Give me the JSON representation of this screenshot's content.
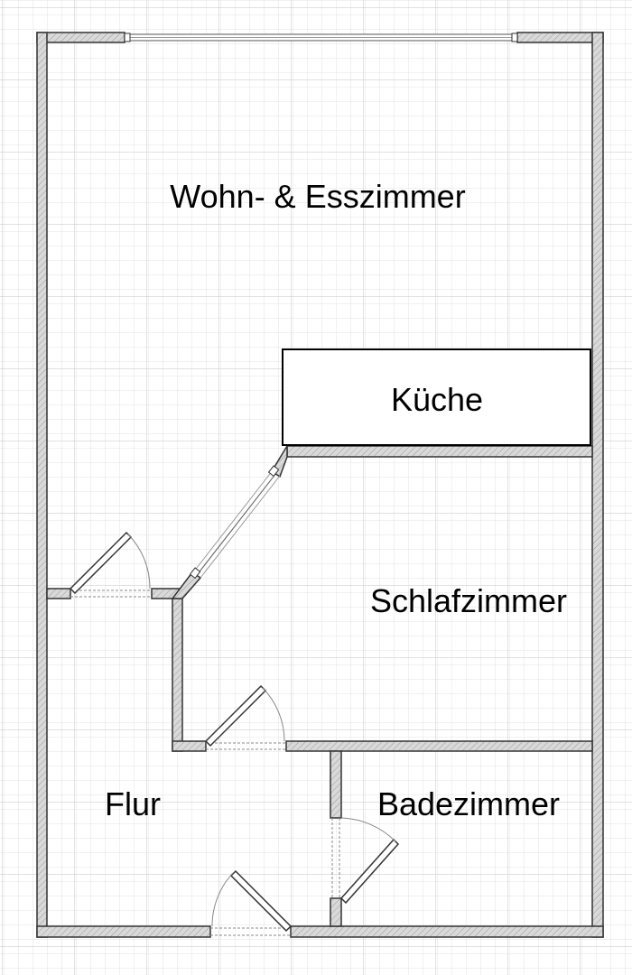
{
  "rooms": {
    "living": "Wohn- & Esszimmer",
    "kitchen": "Küche",
    "bedroom": "Schlafzimmer",
    "hallway": "Flur",
    "bathroom": "Badezimmer"
  },
  "colors": {
    "background": "#ffffff",
    "grid_minor": "#e3e3e3",
    "grid_major": "#cfcfcf",
    "wall_fill": "#d9d9d9",
    "wall_stroke": "#333333",
    "line": "#000000",
    "door_swing": "#888888"
  }
}
